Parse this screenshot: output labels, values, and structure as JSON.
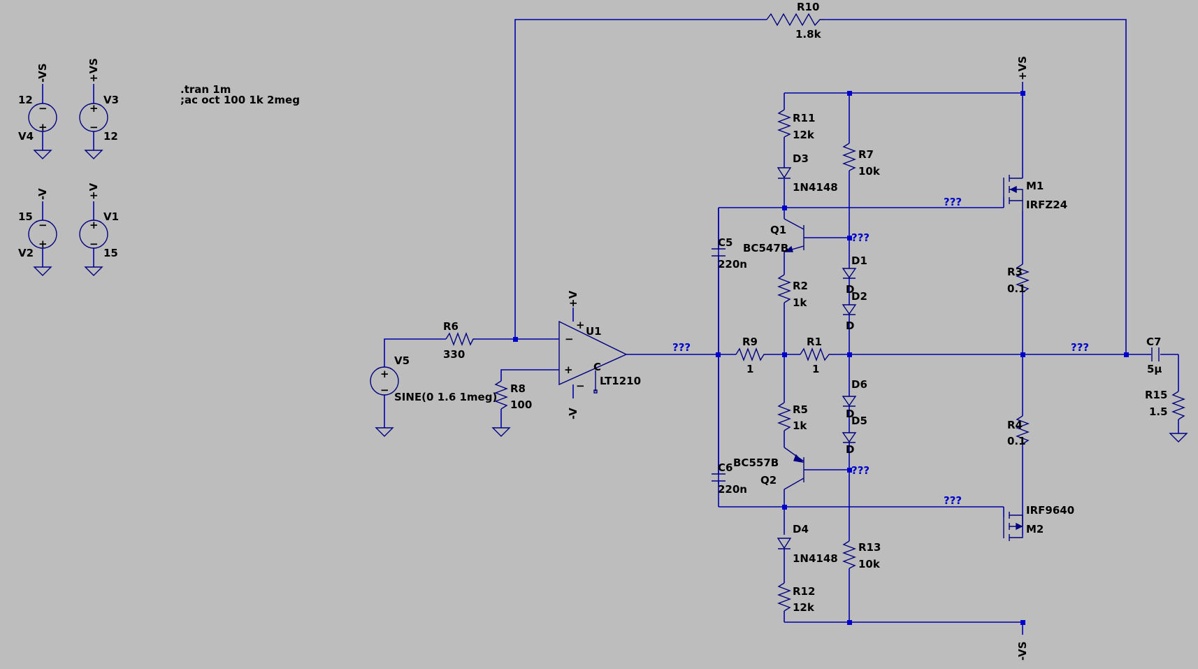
{
  "colors": {
    "background": "#BDBDBD",
    "wire": "#0000AA",
    "component": "#000080",
    "label": "#000000",
    "net_label": "#0000CC"
  },
  "directives": [
    ".tran 1m",
    ";ac oct 100 1k 2meg"
  ],
  "components": {
    "V1": {
      "name": "V1",
      "value": "15"
    },
    "V2": {
      "name": "V2",
      "value": "15"
    },
    "V3": {
      "name": "V3",
      "value": "12"
    },
    "V4": {
      "name": "V4",
      "value": "12"
    },
    "V5": {
      "name": "V5",
      "value": "SINE(0 1.6 1meg)"
    },
    "R1": {
      "name": "R1",
      "value": "1"
    },
    "R2": {
      "name": "R2",
      "value": "1k"
    },
    "R3": {
      "name": "R3",
      "value": "0.1"
    },
    "R4": {
      "name": "R4",
      "value": "0.1"
    },
    "R5": {
      "name": "R5",
      "value": "1k"
    },
    "R6": {
      "name": "R6",
      "value": "330"
    },
    "R7": {
      "name": "R7",
      "value": "10k"
    },
    "R8": {
      "name": "R8",
      "value": "100"
    },
    "R9": {
      "name": "R9",
      "value": "1"
    },
    "R10": {
      "name": "R10",
      "value": "1.8k"
    },
    "R11": {
      "name": "R11",
      "value": "12k"
    },
    "R12": {
      "name": "R12",
      "value": "12k"
    },
    "R13": {
      "name": "R13",
      "value": "10k"
    },
    "R15": {
      "name": "R15",
      "value": "1.5"
    },
    "C5": {
      "name": "C5",
      "value": "220n"
    },
    "C6": {
      "name": "C6",
      "value": "220n"
    },
    "C7": {
      "name": "C7",
      "value": "5µ"
    },
    "D1": {
      "name": "D1",
      "value": "D"
    },
    "D2": {
      "name": "D2",
      "value": "D"
    },
    "D3": {
      "name": "D3",
      "value": "1N4148"
    },
    "D4": {
      "name": "D4",
      "value": "1N4148"
    },
    "D5": {
      "name": "D5",
      "value": "D"
    },
    "D6": {
      "name": "D6",
      "value": "D"
    },
    "Q1": {
      "name": "Q1",
      "value": "BC547B"
    },
    "Q2": {
      "name": "Q2",
      "value": "BC557B"
    },
    "M1": {
      "name": "M1",
      "value": "IRFZ24"
    },
    "M2": {
      "name": "M2",
      "value": "IRF9640"
    },
    "U1": {
      "name": "U1",
      "value": "LT1210"
    }
  },
  "nets": {
    "plus_vs": "+VS",
    "minus_vs": "-VS",
    "plus_v": "+V",
    "minus_v": "-V",
    "unknown": "???"
  },
  "opamp_pins": {
    "plus": "+",
    "minus": "−",
    "compensation": "C"
  },
  "source_polarity": {
    "plus": "+",
    "minus": "−"
  }
}
